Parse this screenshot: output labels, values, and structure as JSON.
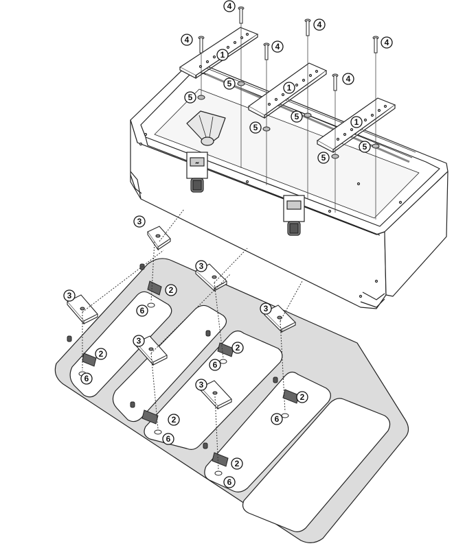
{
  "diagram": {
    "callouts": [
      {
        "id": "c4a",
        "label": "4"
      },
      {
        "id": "c4b",
        "label": "4"
      },
      {
        "id": "c4c",
        "label": "4"
      },
      {
        "id": "c4d",
        "label": "4"
      },
      {
        "id": "c4e",
        "label": "4"
      },
      {
        "id": "c4f",
        "label": "4"
      },
      {
        "id": "c1a",
        "label": "1"
      },
      {
        "id": "c1b",
        "label": "1"
      },
      {
        "id": "c1c",
        "label": "1"
      },
      {
        "id": "c5a",
        "label": "5"
      },
      {
        "id": "c5b",
        "label": "5"
      },
      {
        "id": "c5c",
        "label": "5"
      },
      {
        "id": "c5d",
        "label": "5"
      },
      {
        "id": "c5e",
        "label": "5"
      },
      {
        "id": "c5f",
        "label": "5"
      },
      {
        "id": "c3a",
        "label": "3"
      },
      {
        "id": "c3b",
        "label": "3"
      },
      {
        "id": "c3c",
        "label": "3"
      },
      {
        "id": "c3d",
        "label": "3"
      },
      {
        "id": "c3e",
        "label": "3"
      },
      {
        "id": "c3f",
        "label": "3"
      },
      {
        "id": "c2a",
        "label": "2"
      },
      {
        "id": "c2b",
        "label": "2"
      },
      {
        "id": "c2c",
        "label": "2"
      },
      {
        "id": "c2d",
        "label": "2"
      },
      {
        "id": "c2e",
        "label": "2"
      },
      {
        "id": "c2f",
        "label": "2"
      },
      {
        "id": "c6a",
        "label": "6"
      },
      {
        "id": "c6b",
        "label": "6"
      },
      {
        "id": "c6c",
        "label": "6"
      },
      {
        "id": "c6d",
        "label": "6"
      },
      {
        "id": "c6e",
        "label": "6"
      },
      {
        "id": "c6f",
        "label": "6"
      }
    ],
    "colors": {
      "line": "#222222",
      "part_fill": "#ffffff",
      "frame_fill": "#dcdcdc",
      "shade": "#9a9a9a",
      "dark_part": "#555555"
    }
  }
}
